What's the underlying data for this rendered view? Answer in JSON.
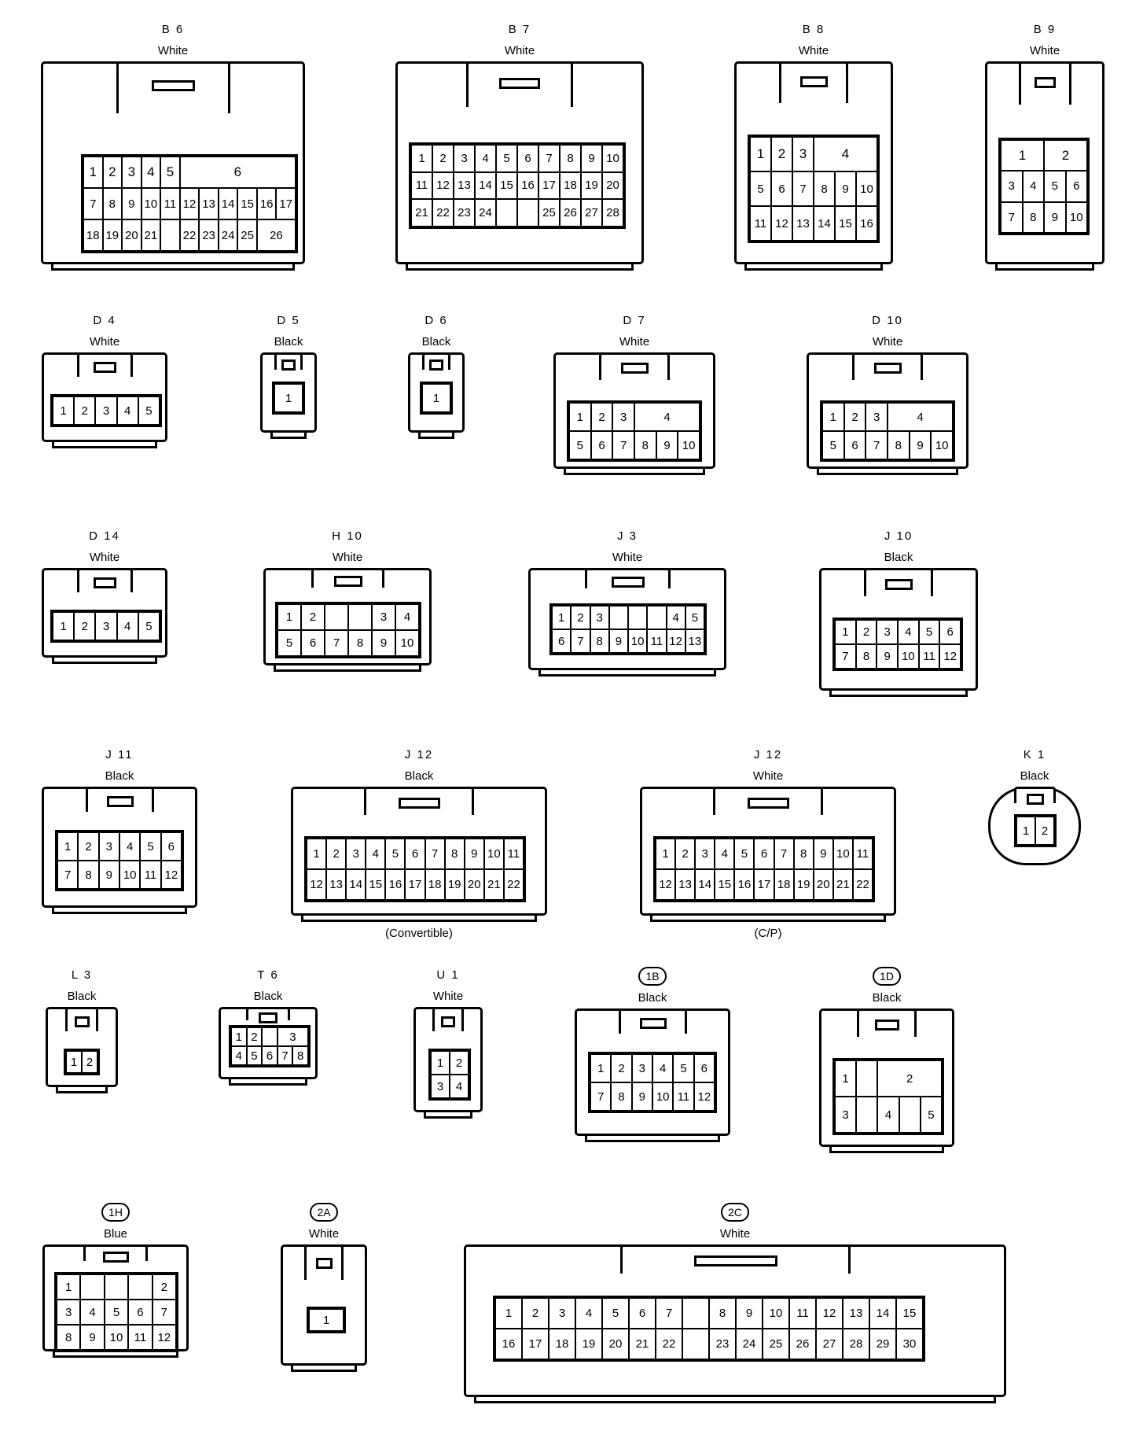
{
  "connectors": [
    {
      "id": "b6",
      "code": "B 6",
      "color": "White",
      "pins": [
        [
          "1",
          "2",
          "3",
          "4",
          "5",
          "6"
        ],
        [
          "7",
          "8",
          "9",
          "10",
          "11",
          "12",
          "13",
          "14",
          "15",
          "16",
          "17"
        ],
        [
          "18",
          "19",
          "20",
          "21",
          "",
          "22",
          "23",
          "24",
          "25",
          "26"
        ]
      ]
    },
    {
      "id": "b7",
      "code": "B 7",
      "color": "White",
      "pins": [
        [
          "1",
          "2",
          "3",
          "4",
          "5",
          "6",
          "7",
          "8",
          "9",
          "10"
        ],
        [
          "11",
          "12",
          "13",
          "14",
          "15",
          "16",
          "17",
          "18",
          "19",
          "20"
        ],
        [
          "21",
          "22",
          "23",
          "24",
          "",
          "",
          "25",
          "26",
          "27",
          "28"
        ]
      ]
    },
    {
      "id": "b8",
      "code": "B 8",
      "color": "White",
      "pins": [
        [
          "1",
          "2",
          "3",
          "4"
        ],
        [
          "5",
          "6",
          "7",
          "8",
          "9",
          "10"
        ],
        [
          "11",
          "12",
          "13",
          "14",
          "15",
          "16"
        ]
      ]
    },
    {
      "id": "b9",
      "code": "B 9",
      "color": "White",
      "pins": [
        [
          "1",
          "2"
        ],
        [
          "3",
          "4",
          "5",
          "6"
        ],
        [
          "7",
          "8",
          "9",
          "10"
        ]
      ]
    },
    {
      "id": "d4",
      "code": "D 4",
      "color": "White",
      "pins": [
        [
          "1",
          "2",
          "3",
          "4",
          "5"
        ]
      ]
    },
    {
      "id": "d5",
      "code": "D 5",
      "color": "Black",
      "pins": [
        [
          "1"
        ]
      ]
    },
    {
      "id": "d6",
      "code": "D 6",
      "color": "Black",
      "pins": [
        [
          "1"
        ]
      ]
    },
    {
      "id": "d7",
      "code": "D 7",
      "color": "White",
      "pins": [
        [
          "1",
          "2",
          "3",
          "4"
        ],
        [
          "5",
          "6",
          "7",
          "8",
          "9",
          "10"
        ]
      ]
    },
    {
      "id": "d10",
      "code": "D 10",
      "color": "White",
      "pins": [
        [
          "1",
          "2",
          "3",
          "4"
        ],
        [
          "5",
          "6",
          "7",
          "8",
          "9",
          "10"
        ]
      ]
    },
    {
      "id": "d14",
      "code": "D 14",
      "color": "White",
      "pins": [
        [
          "1",
          "2",
          "3",
          "4",
          "5"
        ]
      ]
    },
    {
      "id": "h10",
      "code": "H 10",
      "color": "White",
      "pins": [
        [
          "1",
          "2",
          "",
          "",
          "3",
          "4"
        ],
        [
          "5",
          "6",
          "7",
          "8",
          "9",
          "10"
        ]
      ]
    },
    {
      "id": "j3",
      "code": "J 3",
      "color": "White",
      "pins": [
        [
          "1",
          "2",
          "3",
          "",
          "",
          "",
          "4",
          "5"
        ],
        [
          "6",
          "7",
          "8",
          "9",
          "10",
          "11",
          "12",
          "13"
        ]
      ]
    },
    {
      "id": "j10",
      "code": "J 10",
      "color": "Black",
      "pins": [
        [
          "1",
          "2",
          "3",
          "4",
          "5",
          "6"
        ],
        [
          "7",
          "8",
          "9",
          "10",
          "11",
          "12"
        ]
      ]
    },
    {
      "id": "j11",
      "code": "J 11",
      "color": "Black",
      "pins": [
        [
          "1",
          "2",
          "3",
          "4",
          "5",
          "6"
        ],
        [
          "7",
          "8",
          "9",
          "10",
          "11",
          "12"
        ]
      ]
    },
    {
      "id": "j12a",
      "code": "J 12",
      "color": "Black",
      "note": "(Convertible)",
      "pins": [
        [
          "1",
          "2",
          "3",
          "4",
          "5",
          "6",
          "7",
          "8",
          "9",
          "10",
          "11"
        ],
        [
          "12",
          "13",
          "14",
          "15",
          "16",
          "17",
          "18",
          "19",
          "20",
          "21",
          "22"
        ]
      ]
    },
    {
      "id": "j12b",
      "code": "J 12",
      "color": "White",
      "note": "(C/P)",
      "pins": [
        [
          "1",
          "2",
          "3",
          "4",
          "5",
          "6",
          "7",
          "8",
          "9",
          "10",
          "11"
        ],
        [
          "12",
          "13",
          "14",
          "15",
          "16",
          "17",
          "18",
          "19",
          "20",
          "21",
          "22"
        ]
      ]
    },
    {
      "id": "k1",
      "code": "K 1",
      "color": "Black",
      "pins": [
        [
          "1",
          "2"
        ]
      ]
    },
    {
      "id": "l3",
      "code": "L 3",
      "color": "Black",
      "pins": [
        [
          "1",
          "2"
        ]
      ]
    },
    {
      "id": "t6",
      "code": "T 6",
      "color": "Black",
      "pins": [
        [
          "1",
          "2",
          "",
          "3"
        ],
        [
          "4",
          "5",
          "6",
          "7",
          "8"
        ]
      ]
    },
    {
      "id": "u1",
      "code": "U 1",
      "color": "White",
      "pins": [
        [
          "1",
          "2"
        ],
        [
          "3",
          "4"
        ]
      ]
    },
    {
      "id": "1b",
      "code": "1B",
      "color": "Black",
      "pins": [
        [
          "1",
          "2",
          "3",
          "4",
          "5",
          "6"
        ],
        [
          "7",
          "8",
          "9",
          "10",
          "11",
          "12"
        ]
      ]
    },
    {
      "id": "1d",
      "code": "1D",
      "color": "Black",
      "pins": [
        [
          "1",
          "",
          "2"
        ],
        [
          "3",
          "",
          "4",
          "",
          "5"
        ]
      ]
    },
    {
      "id": "1h",
      "code": "1H",
      "color": "Blue",
      "pins": [
        [
          "1",
          "",
          "",
          "",
          "2"
        ],
        [
          "3",
          "4",
          "5",
          "6",
          "7"
        ],
        [
          "8",
          "9",
          "10",
          "11",
          "12"
        ]
      ]
    },
    {
      "id": "2a",
      "code": "2A",
      "color": "White",
      "pins": [
        [
          "1"
        ]
      ]
    },
    {
      "id": "2c",
      "code": "2C",
      "color": "White",
      "pins": [
        [
          "1",
          "2",
          "3",
          "4",
          "5",
          "6",
          "7",
          "",
          "8",
          "9",
          "10",
          "11",
          "12",
          "13",
          "14",
          "15"
        ],
        [
          "16",
          "17",
          "18",
          "19",
          "20",
          "21",
          "22",
          "",
          "23",
          "24",
          "25",
          "26",
          "27",
          "28",
          "29",
          "30"
        ]
      ]
    }
  ]
}
